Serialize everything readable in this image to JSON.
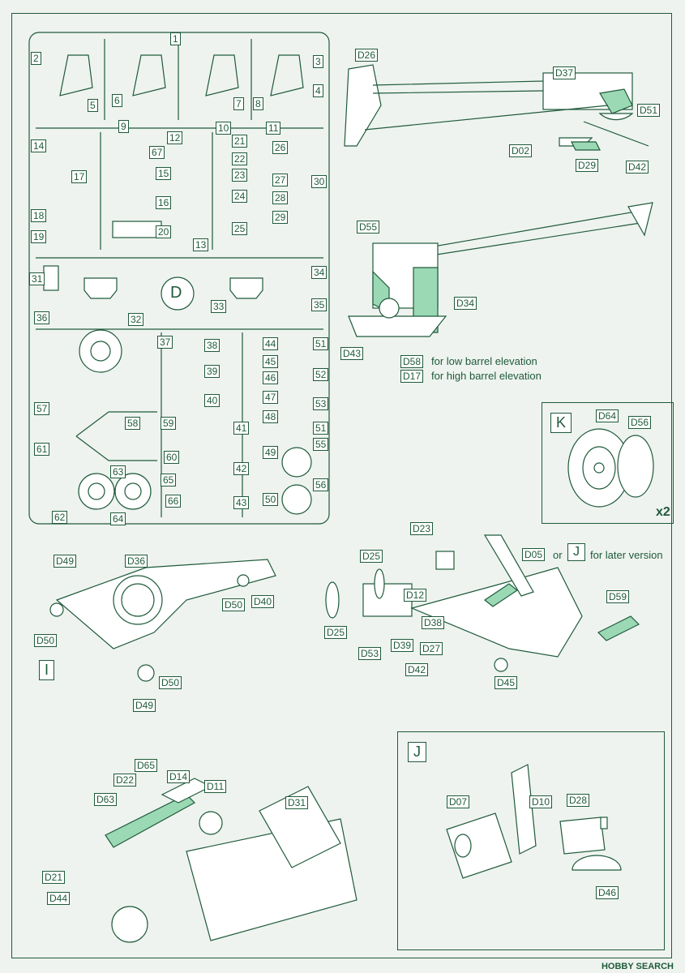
{
  "sprue": {
    "center_label": "D",
    "part_numbers": [
      "1",
      "2",
      "3",
      "4",
      "5",
      "6",
      "7",
      "8",
      "9",
      "10",
      "11",
      "12",
      "13",
      "14",
      "15",
      "16",
      "17",
      "18",
      "19",
      "20",
      "21",
      "22",
      "23",
      "24",
      "25",
      "26",
      "27",
      "28",
      "29",
      "30",
      "31",
      "32",
      "33",
      "34",
      "35",
      "36",
      "37",
      "38",
      "39",
      "40",
      "41",
      "42",
      "43",
      "44",
      "45",
      "46",
      "47",
      "48",
      "49",
      "50",
      "51",
      "52",
      "53",
      "51",
      "55",
      "56",
      "57",
      "58",
      "59",
      "60",
      "61",
      "62",
      "63",
      "64",
      "65",
      "66",
      "67"
    ]
  },
  "step_gun": {
    "tags": [
      "D26",
      "D37",
      "D51",
      "D02",
      "D29",
      "D42"
    ]
  },
  "step_mount": {
    "tags": [
      "D55",
      "D34",
      "D43",
      "D58",
      "D17"
    ],
    "note_low": "for low barrel elevation",
    "note_high": "for high barrel elevation"
  },
  "step_K": {
    "label": "K",
    "tags": [
      "D64",
      "D56"
    ],
    "multiplier": "x2"
  },
  "step_I": {
    "label": "I",
    "tags": [
      "D49",
      "D36",
      "D40",
      "D50",
      "D50",
      "D50",
      "D49"
    ]
  },
  "step_carriage": {
    "tags": [
      "D23",
      "D25",
      "D12",
      "D38",
      "D25",
      "D53",
      "D39",
      "D27",
      "D42",
      "D45",
      "D59"
    ],
    "d05_tag": "D05",
    "or_text": "or",
    "j_ref": "J",
    "later_text": "for later version"
  },
  "step_bottom_left": {
    "tags": [
      "D65",
      "D22",
      "D14",
      "D11",
      "D63",
      "D31",
      "D21",
      "D44"
    ]
  },
  "step_J": {
    "label": "J",
    "tags": [
      "D07",
      "D10",
      "D28",
      "D46"
    ]
  },
  "watermark": "HOBBY SEARCH"
}
